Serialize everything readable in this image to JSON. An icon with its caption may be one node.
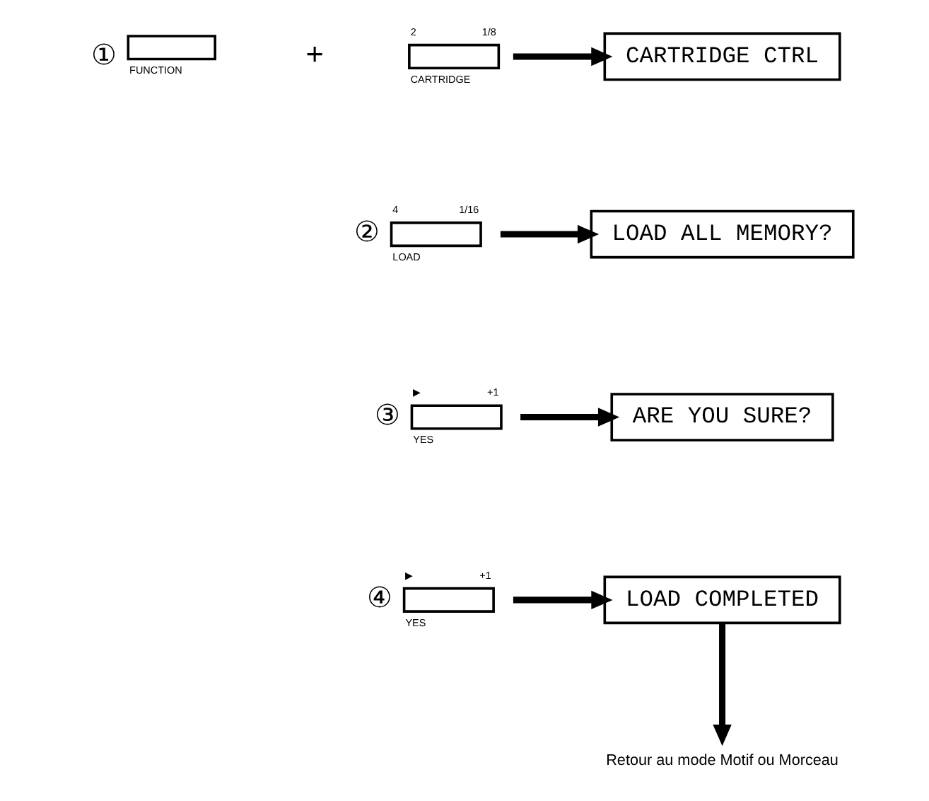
{
  "diagram": {
    "nodes": [
      {
        "text": [
          "FUNCTION"
        ],
        "beside": [
          "①"
        ]
      },
      {
        "text": [
          "2",
          "1/8",
          "CARTRIDGE"
        ]
      },
      {
        "text": [
          "CARTRIDGE CTRL"
        ]
      },
      {
        "text": [
          "4",
          "1/16",
          "LOAD"
        ],
        "beside": [
          "②"
        ]
      },
      {
        "text": [
          "LOAD ALL MEMORY?"
        ]
      },
      {
        "text": [
          "▶",
          "+1",
          "YES"
        ],
        "beside": [
          "③"
        ]
      },
      {
        "text": [
          "ARE YOU SURE?"
        ]
      },
      {
        "text": [
          "▶",
          "+1",
          "YES"
        ],
        "beside": [
          "④"
        ]
      },
      {
        "text": [
          "LOAD COMPLETED"
        ]
      },
      {
        "text": [
          "Retour au mode Motif ou Morceau"
        ]
      }
    ],
    "edges": [
      {
        "from": 1,
        "to": 2,
        "arrow": "to"
      },
      {
        "from": 3,
        "to": 4,
        "arrow": "to"
      },
      {
        "from": 5,
        "to": 6,
        "arrow": "to"
      },
      {
        "from": 7,
        "to": 8,
        "arrow": "to"
      },
      {
        "from": 8,
        "to": 9,
        "arrow": "to"
      }
    ],
    "labels": [
      "+"
    ]
  }
}
